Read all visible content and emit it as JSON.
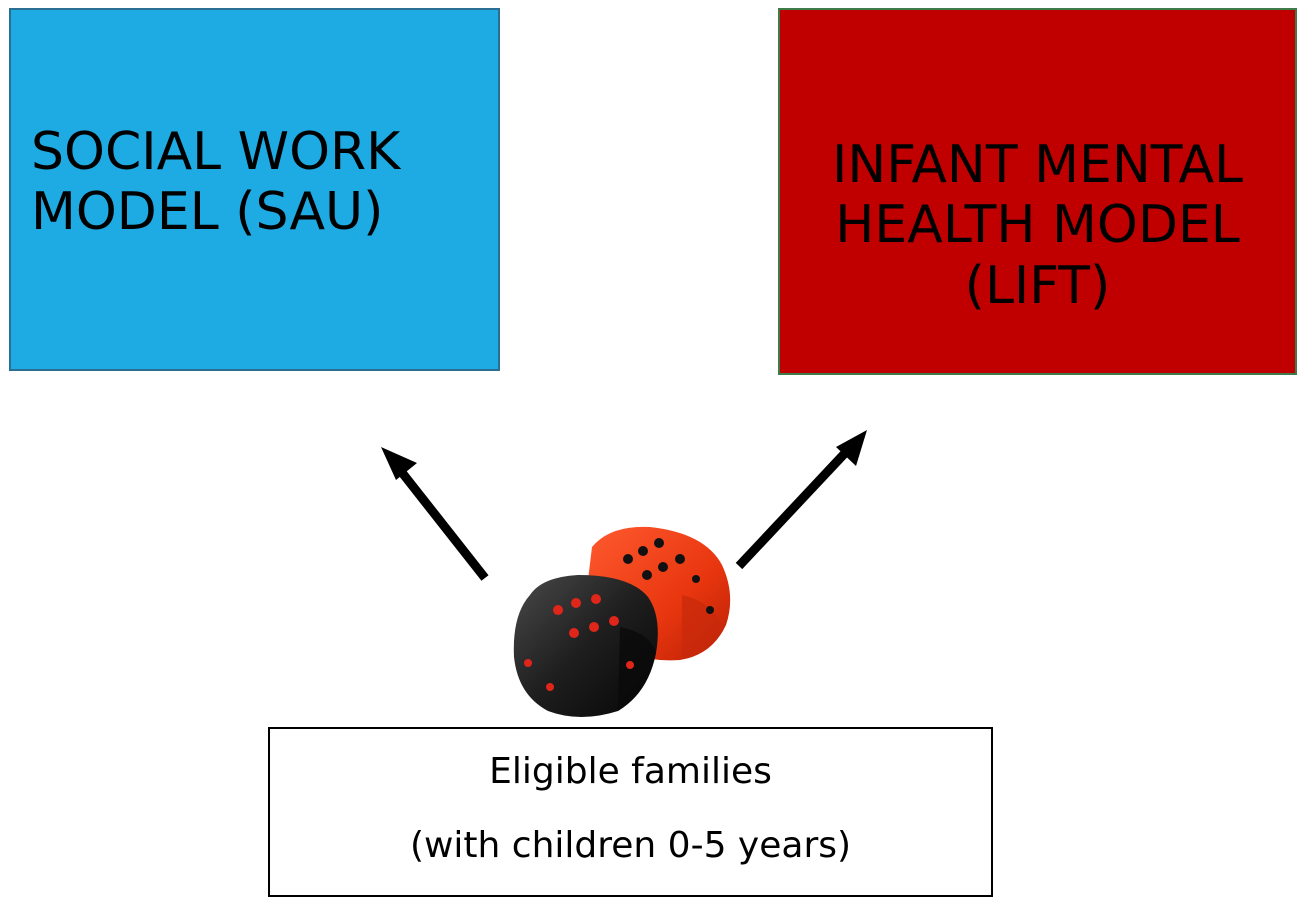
{
  "boxes": {
    "sau": {
      "line1": "SOCIAL WORK",
      "line2": "MODEL (SAU)",
      "fill": "#1eaae2"
    },
    "lift": {
      "line1": "INFANT MENTAL",
      "line2": "HEALTH MODEL",
      "line3": "(LIFT)",
      "fill": "#c00000"
    },
    "families": {
      "line1": "Eligible families",
      "line2": "(with children 0-5 years)"
    }
  },
  "icons": {
    "dice": "dice-icon",
    "left_arrow": "arrow-up-left-icon",
    "right_arrow": "arrow-up-right-icon"
  }
}
